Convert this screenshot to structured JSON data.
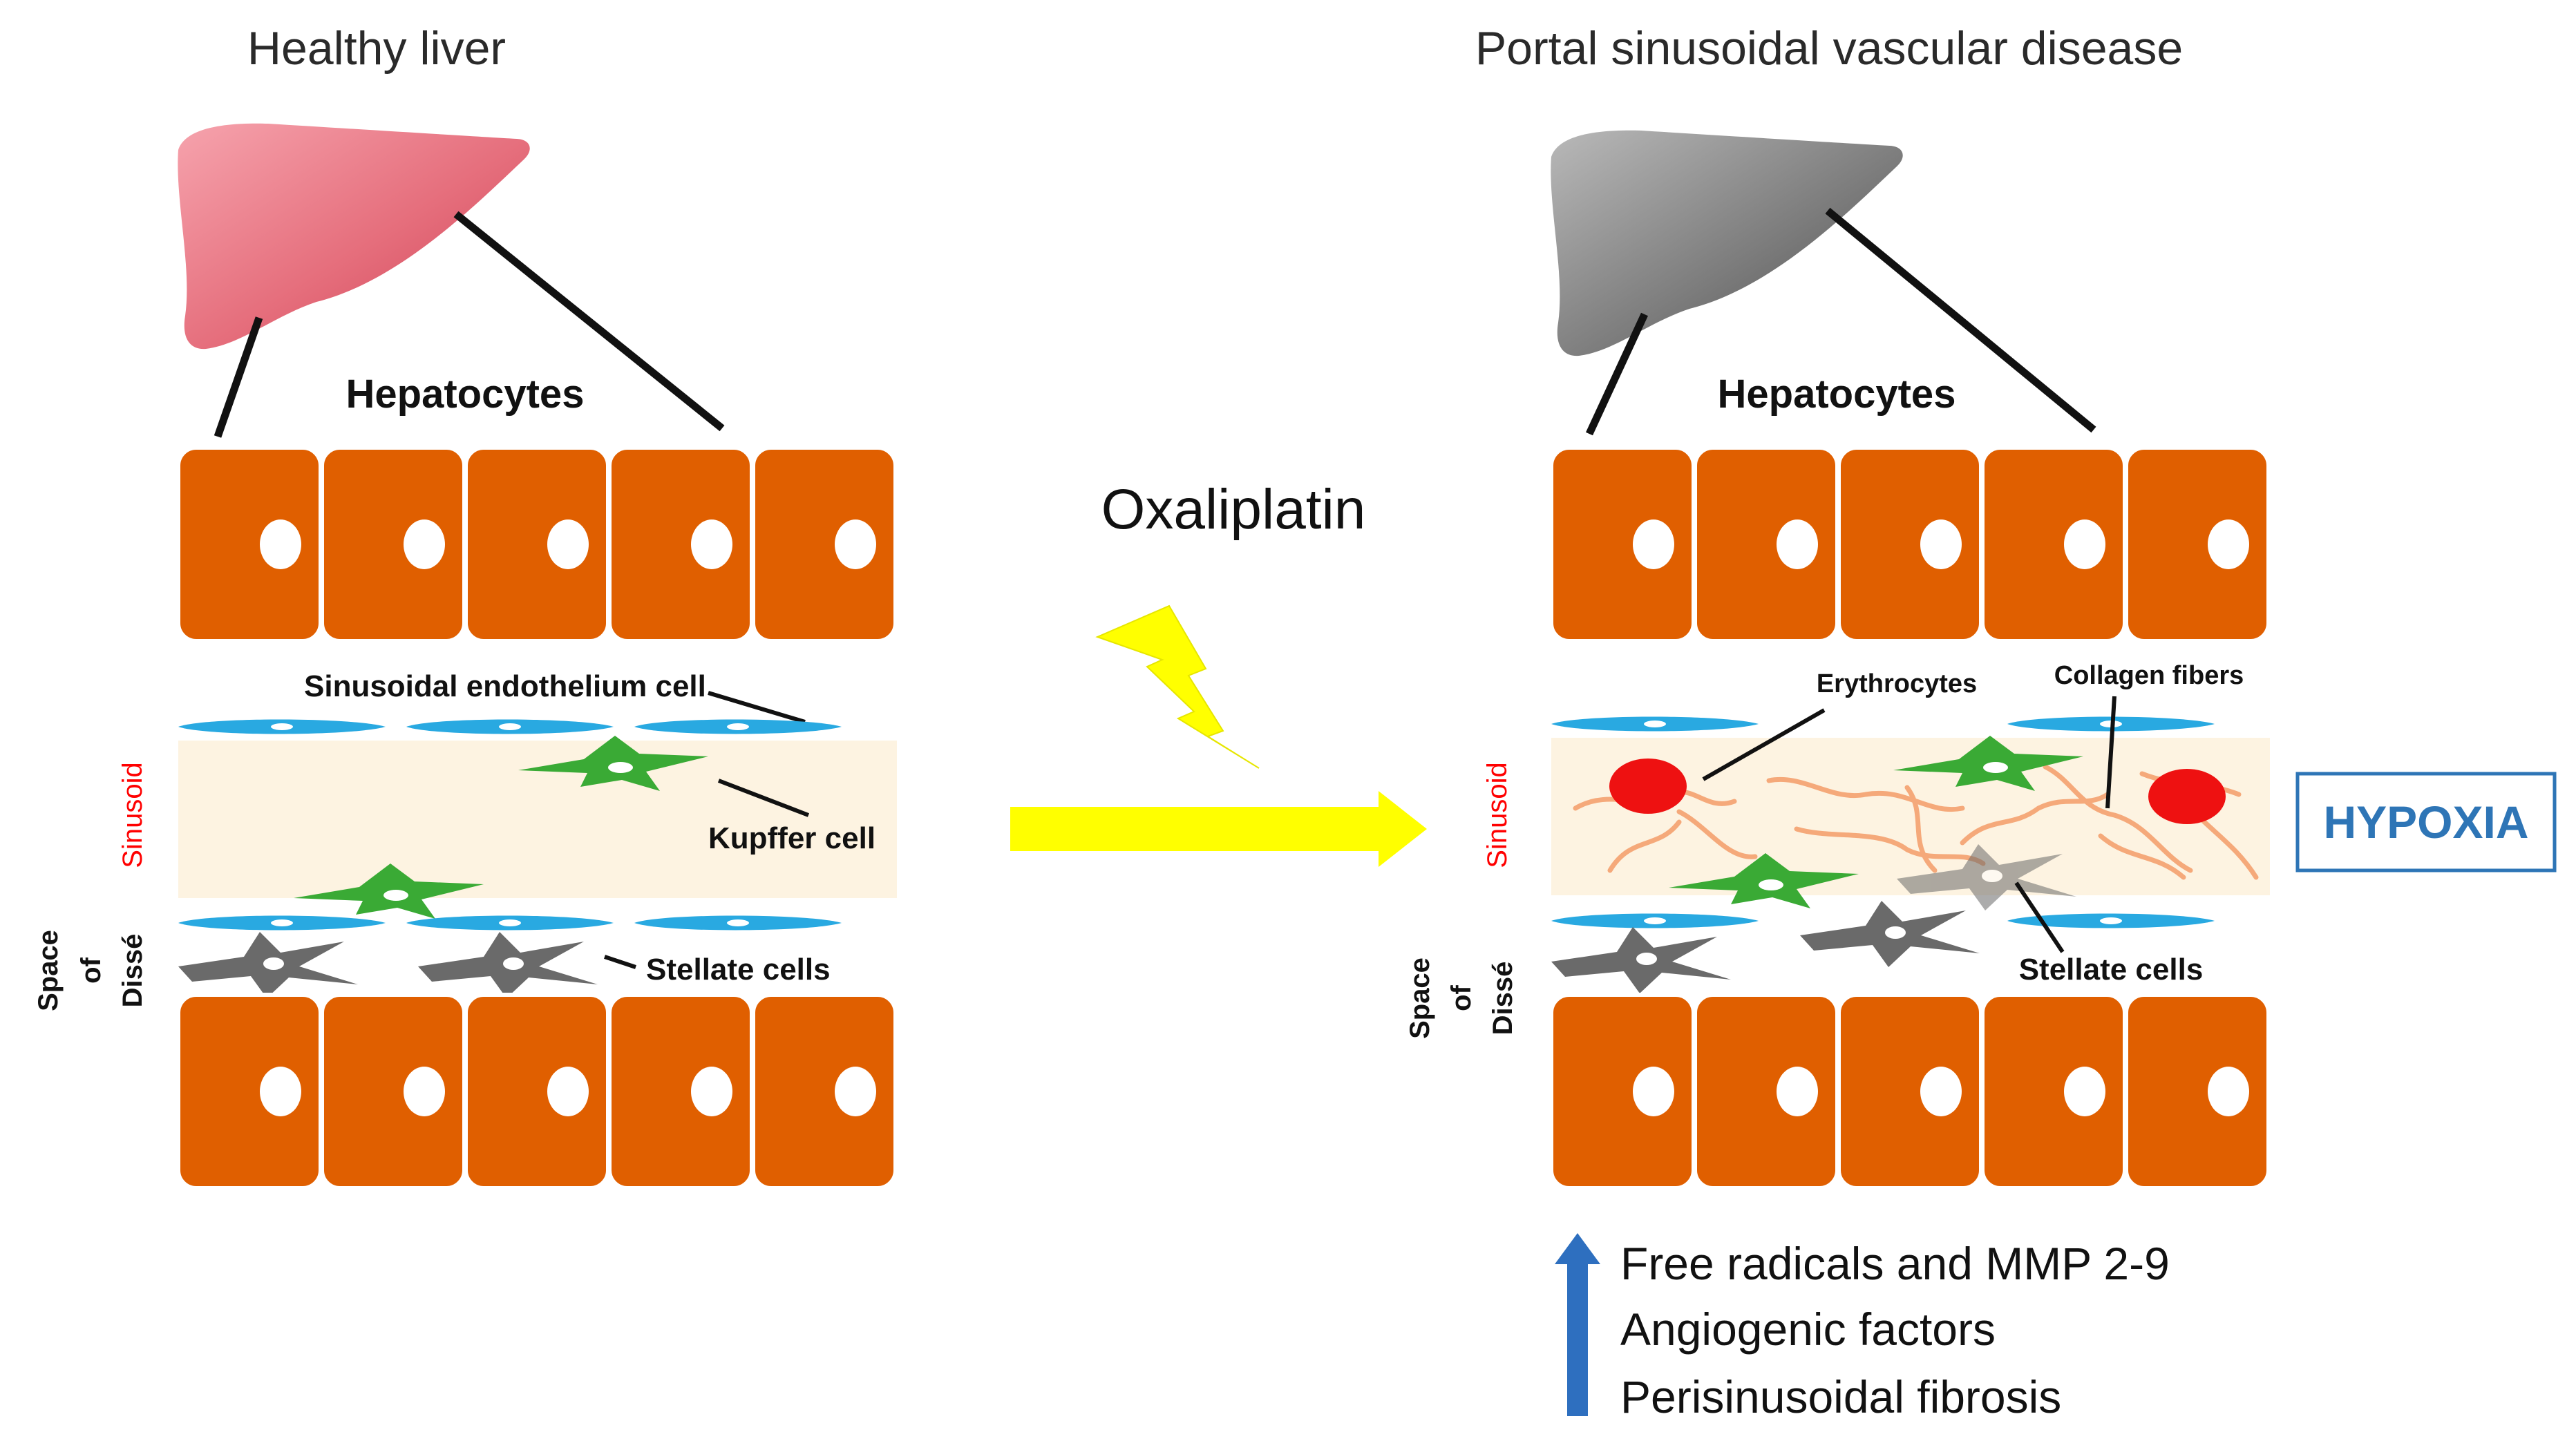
{
  "panels": {
    "left": {
      "title": "Healthy liver",
      "hepatocytes_label": "Hepatocytes",
      "endothelium_label": "Sinusoidal endothelium cell",
      "kupffer_label": "Kupffer cell",
      "stellate_label": "Stellate cells",
      "sinusoid_label": "Sinusoid",
      "disse_label": [
        "Space",
        "of",
        "Dissé"
      ]
    },
    "right": {
      "title": "Portal sinusoidal vascular disease",
      "hepatocytes_label": "Hepatocytes",
      "erythrocytes_label": "Erythrocytes",
      "collagen_label": "Collagen fibers",
      "stellate_label": "Stellate cells",
      "sinusoid_label": "Sinusoid",
      "disse_label": [
        "Space",
        "of",
        "Dissé"
      ],
      "hypoxia_label": "HYPOXIA",
      "effects": [
        "Free radicals and MMP 2-9",
        "Angiogenic factors",
        "Perisinusoidal fibrosis"
      ]
    }
  },
  "center": {
    "drug_label": "Oxaliplatin"
  },
  "colors": {
    "hepatocyte": "#e05f00",
    "sinusoid_bg": "#fdf3e1",
    "endothelium": "#29a9e1",
    "kupffer": "#3aaa35",
    "stellate": "#6a6a6a",
    "erythrocyte": "#ee1111",
    "collagen": "#f5a97a",
    "hypoxia": "#2e75b6",
    "arrow": "#ffff00",
    "effect_arrow": "#2e6fbf",
    "sinusoid_text": "#ff0000",
    "healthy_liver": "#e87a86",
    "diseased_liver": "#7a7a7a"
  },
  "icons": {
    "healthy_liver": "liver-pink-icon",
    "diseased_liver": "liver-gray-icon",
    "lightning": "lightning-bolt-icon",
    "process_arrow": "right-arrow-icon",
    "increase_arrow": "up-arrow-icon"
  }
}
